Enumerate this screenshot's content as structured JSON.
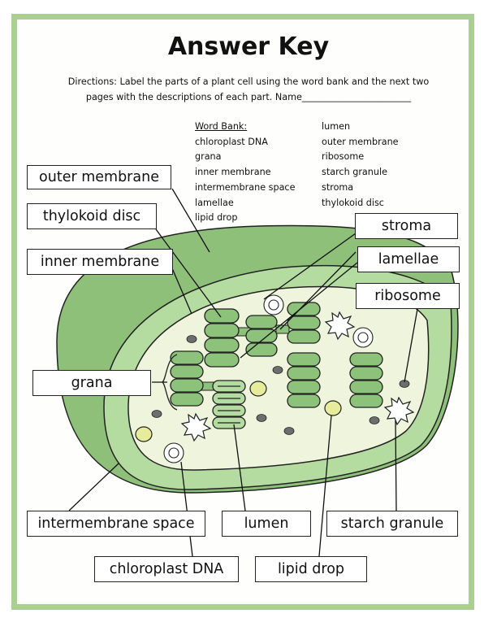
{
  "title": "Answer Key",
  "directions": {
    "line1": "Directions: Label the parts of a plant cell using the word bank and the next two",
    "line2": "pages with the descriptions of each part.     Name________________________"
  },
  "word_bank": {
    "heading": "Word Bank:",
    "left": [
      "chloroplast DNA",
      "grana",
      "inner membrane",
      "intermembrane space",
      "lamellae",
      "lipid drop"
    ],
    "right": [
      "lumen",
      "outer membrane",
      "ribosome",
      "starch granule",
      "stroma",
      "thylokoid disc"
    ]
  },
  "labels": {
    "outer_membrane": "outer membrane",
    "thylokoid_disc": "thylokoid disc",
    "inner_membrane": "inner membrane",
    "grana": "grana",
    "stroma": "stroma",
    "lamellae": "lamellae",
    "ribosome": "ribosome",
    "intermembrane_space": "intermembrane space",
    "lumen": "lumen",
    "starch_granule": "starch granule",
    "chloroplast_dna": "chloroplast DNA",
    "lipid_drop": "lipid drop"
  },
  "colors": {
    "frame": "#a9cf91",
    "outer_green": "#8fc07a",
    "inner_green": "#b5dca0",
    "stroma": "#eef5dc",
    "stack": "#8cc27a",
    "lipid": "#e6ec9a",
    "ribosome": "#6d6d6d"
  }
}
